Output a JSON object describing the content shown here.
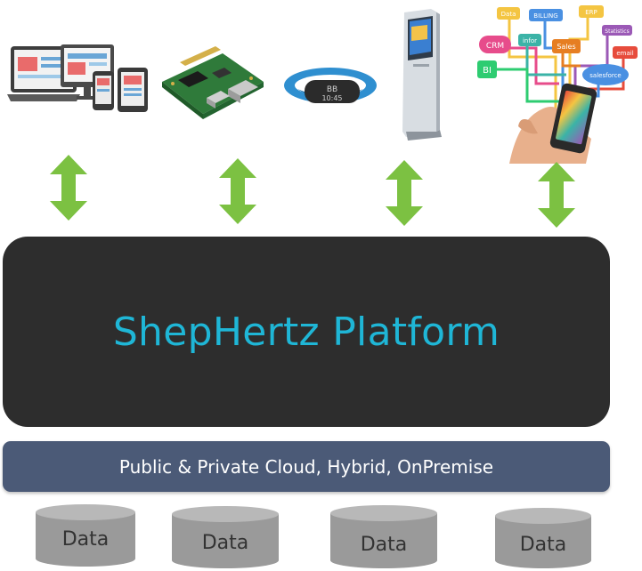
{
  "platform": {
    "title": "ShepHertz Platform"
  },
  "deployment": {
    "label": "Public & Private Cloud, Hybrid, OnPremise"
  },
  "data_stores": [
    "Data",
    "Data",
    "Data",
    "Data"
  ],
  "devices": {
    "screen_texts": [
      "BB",
      "10:45"
    ],
    "app_labels": [
      "Data",
      "BILLING",
      "ERP",
      "Statistics",
      "CRM",
      "infor",
      "Sales",
      "email",
      "BI",
      "salesforce"
    ]
  },
  "colors": {
    "platform_bg": "#2d2d2d",
    "platform_text": "#1fb6d6",
    "deploy_bg": "#4b5a77",
    "arrow": "#7cc142",
    "cylinder": "#9a9a9a"
  }
}
